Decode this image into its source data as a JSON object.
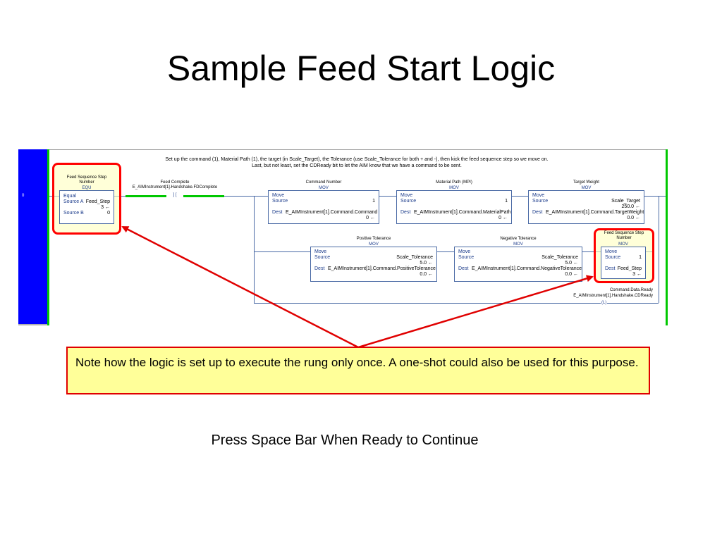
{
  "slide": {
    "title": "Sample Feed Start Logic",
    "note": "Note how the logic is set up to execute the rung only once.  A one-shot could also be used for this purpose.",
    "press_continue": "Press Space Bar When Ready to Continue"
  },
  "rung": {
    "number": "0",
    "comment_line1": "Set up the command (1), Material Path (1), the target (in Scale_Target), the Tolerance (use Scale_Tolerance for both + and -), then kick the feed sequence step so we move on.",
    "comment_line2": "Last, but not least, set the CDReady bit to let the AIM know that we have a command to be sent."
  },
  "equ": {
    "desc_line1": "Feed Sequence Step",
    "desc_line2": "Number",
    "mnemonic": "EQU",
    "name": "Equal",
    "source_a_label": "Source A",
    "source_a_tag": "Feed_Step",
    "source_a_value": "3 ←",
    "source_b_label": "Source B",
    "source_b_value": "0"
  },
  "contact": {
    "description": "Feed Complete",
    "tag": "E_AIMInstrument[1].Handshake.FDComplete",
    "symbol": "] [",
    "energized_color": "#00c800"
  },
  "mov_command": {
    "description": "Command Number",
    "mnemonic": "MOV",
    "name": "Move",
    "source_label": "Source",
    "source_value": "1",
    "dest_label": "Dest",
    "dest_tag": "E_AIMInstrument[1].Command.Command",
    "dest_value": "0 ←"
  },
  "mov_path": {
    "description": "Material Path (MPI)",
    "mnemonic": "MOV",
    "name": "Move",
    "source_label": "Source",
    "source_value": "1",
    "dest_label": "Dest",
    "dest_tag": "E_AIMInstrument[1].Command.MaterialPath",
    "dest_value": "0 ←"
  },
  "mov_target": {
    "description": "Target Weight",
    "mnemonic": "MOV",
    "name": "Move",
    "source_label": "Source",
    "source_tag": "Scale_Target",
    "source_value": "250.0 ←",
    "dest_label": "Dest",
    "dest_tag": "E_AIMInstrument[1].Command.TargetWeight",
    "dest_value": "0.0 ←"
  },
  "mov_pos_tol": {
    "description": "Positive Tolerance",
    "mnemonic": "MOV",
    "name": "Move",
    "source_label": "Source",
    "source_tag": "Scale_Tolerance",
    "source_value": "5.0 ←",
    "dest_label": "Dest",
    "dest_tag": "E_AIMInstrument[1].Command.PositiveTolerance",
    "dest_value": "0.0 ←"
  },
  "mov_neg_tol": {
    "description": "Negative Tolerance",
    "mnemonic": "MOV",
    "name": "Move",
    "source_label": "Source",
    "source_tag": "Scale_Tolerance",
    "source_value": "5.0 ←",
    "dest_label": "Dest",
    "dest_tag": "E_AIMInstrument[1].Command.NegativeTolerance",
    "dest_value": "0.0 ←"
  },
  "mov_step": {
    "desc_line1": "Feed Sequence Step",
    "desc_line2": "Number",
    "mnemonic": "MOV",
    "name": "Move",
    "source_label": "Source",
    "source_value": "1",
    "dest_label": "Dest",
    "dest_tag": "Feed_Step",
    "dest_value": "3 ←"
  },
  "coil": {
    "description": "Command.Data.Ready",
    "tag": "E_AIMInstrument[1].Handshake.CDReady",
    "symbol": "(L)"
  },
  "colors": {
    "rail": "#00c800",
    "margin": "#0000ff",
    "highlight_border": "#ff0000",
    "note_background": "#ffff99"
  }
}
